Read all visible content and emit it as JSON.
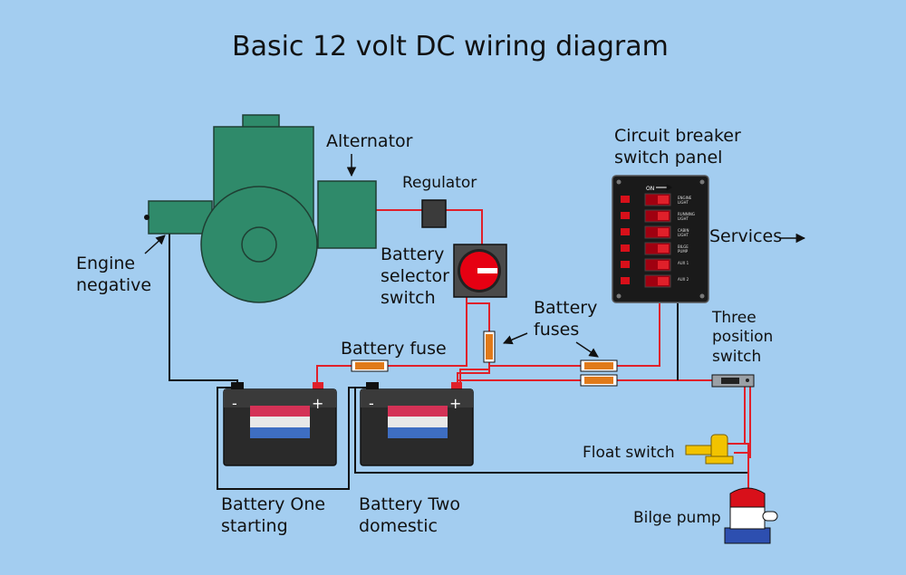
{
  "title": "Basic 12 volt DC wiring diagram",
  "labels": {
    "alternator": "Alternator",
    "regulator": "Regulator",
    "breaker_panel": "Circuit breaker\nswitch panel",
    "services": "Services",
    "engine_negative": "Engine\nnegative",
    "selector_switch": "Battery\nselector\nswitch",
    "battery_fuses": "Battery\nfuses",
    "battery_fuse": "Battery fuse",
    "three_position_switch": "Three\nposition\nswitch",
    "float_switch": "Float switch",
    "battery_one": "Battery One\nstarting",
    "battery_two": "Battery Two\ndomestic",
    "bilge_pump": "Bilge pump",
    "terminal_minus": "-",
    "terminal_plus": "+",
    "panel_on": "ON"
  },
  "breaker_rows": [
    {
      "label": "ENGINE\nLIGHT"
    },
    {
      "label": "RUNNING\nLIGHT"
    },
    {
      "label": "CABIN\nLIGHT"
    },
    {
      "label": "BILGE\nPUMP"
    },
    {
      "label": "AUX 1"
    },
    {
      "label": "AUX 2"
    }
  ],
  "colors": {
    "background": "#a3cdf0",
    "engine": "#2f8a6a",
    "wire_positive": "#e0202a",
    "wire_negative": "#111111",
    "fuse": "#e07a1a",
    "battery": "#2a2a2a",
    "panel": "#1a1a1a",
    "float_switch": "#f2c300",
    "pump_cap": "#d8101a",
    "pump_base": "#2d4fb0"
  }
}
